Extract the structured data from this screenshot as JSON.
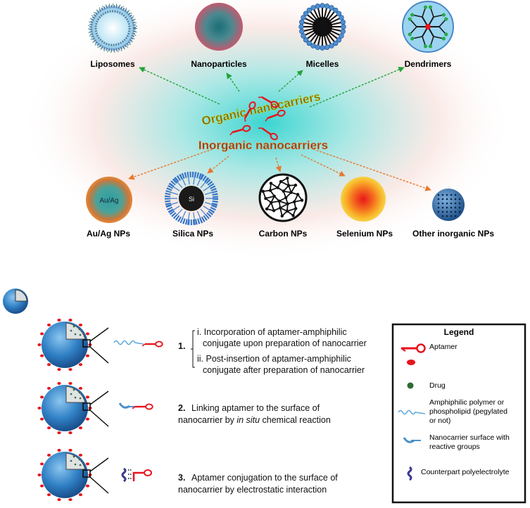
{
  "center": {
    "organic_label": "Organic nanocarriers",
    "inorganic_label": "Inorganic nanocarriers"
  },
  "organic": {
    "liposomes": "Liposomes",
    "nanoparticles": "Nanoparticles",
    "micelles": "Micelles",
    "dendrimers": "Dendrimers"
  },
  "inorganic": {
    "auag": "Au/Ag NPs",
    "auag_core": "Au/Ag",
    "silica": "Silica NPs",
    "silica_core": "Si",
    "carbon": "Carbon NPs",
    "selenium": "Selenium NPs",
    "other": "Other inorganic NPs"
  },
  "methods": {
    "m1_num": "1.",
    "m1_i_line1": "i. Incorporation of aptamer-amphiphilic",
    "m1_i_line2": "conjugate upon preparation of nanocarrier",
    "m1_ii_line1": "ii. Post-insertion of aptamer-amphiphilic",
    "m1_ii_line2": "conjugate after preparation of nanocarrier",
    "m2_num": "2.",
    "m2_line1": "Linking aptamer to the surface of",
    "m2_line2_a": "nanocarrier by ",
    "m2_line2_b": "in situ",
    "m2_line2_c": " chemical reaction",
    "m3_num": "3.",
    "m3_line1": "Aptamer conjugation to the surface of",
    "m3_line2": "nanocarrier by electrostatic interaction"
  },
  "legend": {
    "title": "Legend",
    "aptamer": "Aptamer",
    "drug": "Drug",
    "amph_line1": "Amphiphilic polymer or",
    "amph_line2": "phospholipid (pegylated",
    "amph_line3": "or not)",
    "surf_line1": "Nanocarrier surface with",
    "surf_line2": "reactive groups",
    "counter": "Counterpart polyelectrolyte"
  },
  "colors": {
    "aptamer_red": "#e8141c",
    "sphere_blue": "#2f7fc4",
    "organic_arrow": "#22a33a",
    "inorganic_arrow": "#e8772b",
    "glow_cyan": "#7fdede"
  }
}
